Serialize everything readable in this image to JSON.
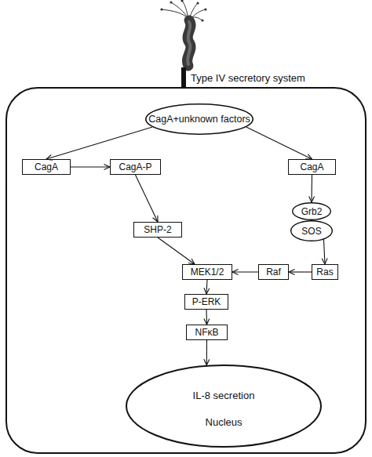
{
  "diagram": {
    "nodes": [
      {
        "text": [
          "CagA+unknown factors"
        ]
      },
      {
        "text": [
          "CagA"
        ]
      },
      {
        "text": [
          "CagA-P"
        ]
      },
      {
        "text": [
          "CagA"
        ]
      },
      {
        "text": [
          "SHP-2"
        ]
      },
      {
        "text": [
          "Grb2"
        ]
      },
      {
        "text": [
          "SOS"
        ]
      },
      {
        "text": [
          "MEK1/2"
        ]
      },
      {
        "text": [
          "Raf"
        ]
      },
      {
        "text": [
          "Ras"
        ]
      },
      {
        "text": [
          "P-ERK"
        ]
      },
      {
        "text": [
          "NFκB"
        ]
      },
      {
        "text": [
          "IL-8 secretion",
          "Nucleus"
        ]
      }
    ],
    "edges": [
      {
        "from": 0,
        "to": 1,
        "arrow": "to"
      },
      {
        "from": 0,
        "to": 3,
        "arrow": "to"
      },
      {
        "from": 1,
        "to": 2,
        "arrow": "to"
      },
      {
        "from": 2,
        "to": 4,
        "arrow": "to"
      },
      {
        "from": 4,
        "to": 7,
        "arrow": "to"
      },
      {
        "from": 3,
        "to": 5,
        "arrow": "to"
      },
      {
        "from": 6,
        "to": 9,
        "arrow": "to"
      },
      {
        "from": 9,
        "to": 8,
        "arrow": "to"
      },
      {
        "from": 8,
        "to": 7,
        "arrow": "to"
      },
      {
        "from": 7,
        "to": 10,
        "arrow": "to"
      },
      {
        "from": 10,
        "to": 11,
        "arrow": "to"
      },
      {
        "from": 11,
        "to": 12,
        "arrow": "to"
      }
    ],
    "labels": [
      "Type IV secretory system"
    ]
  }
}
